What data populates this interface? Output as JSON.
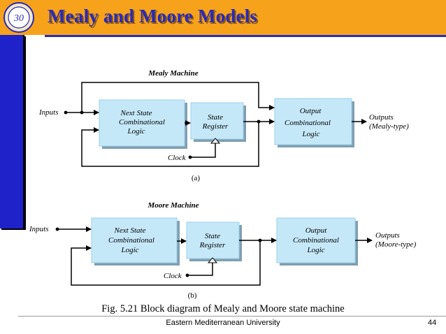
{
  "slide": {
    "title": "Mealy and Moore Models",
    "caption": "Fig. 5.21 Block diagram of Mealy and Moore state machine",
    "footer": "Eastern Mediterranean University",
    "page_number": "44",
    "logo_text": "30"
  },
  "colors": {
    "header": "#f7a21b",
    "title_text": "#2a2ab8",
    "left_bar": "#1f22c9",
    "block_fill": "#c5e8f9"
  },
  "mealy": {
    "title": "Mealy Machine",
    "inputs": "Inputs",
    "next_state": [
      "Next State",
      "Combinational",
      "Logic"
    ],
    "state_register": [
      "State",
      "Register"
    ],
    "output_logic": [
      "Output",
      "Combinational",
      "Logic"
    ],
    "outputs": [
      "Outputs",
      "(Mealy-type)"
    ],
    "clock": "Clock",
    "sublabel": "(a)"
  },
  "moore": {
    "title": "Moore Machine",
    "inputs": "Inputs",
    "next_state": [
      "Next State",
      "Combinational",
      "Logic"
    ],
    "state_register": [
      "State",
      "Register"
    ],
    "output_logic": [
      "Output",
      "Combinational",
      "Logic"
    ],
    "outputs": [
      "Outputs",
      "(Moore-type)"
    ],
    "clock": "Clock",
    "sublabel": "(b)"
  }
}
